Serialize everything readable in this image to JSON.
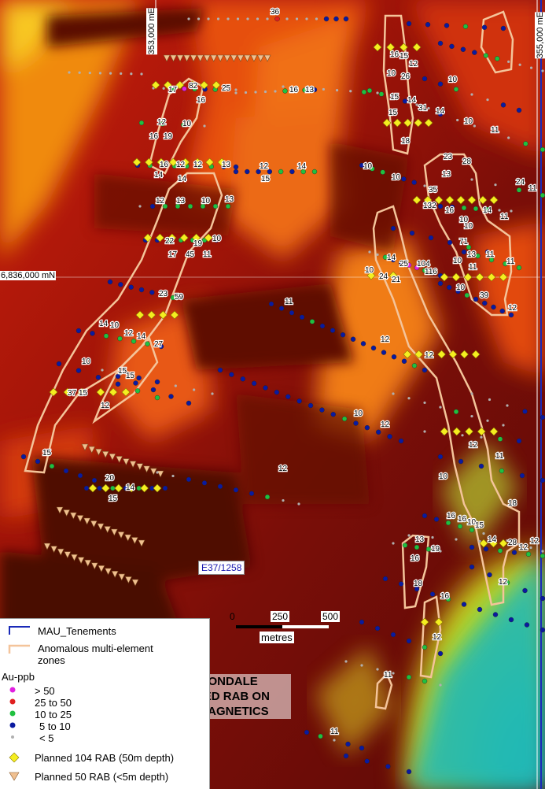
{
  "grid": {
    "easting_353": "353,000 mE",
    "easting_355": "355,000 mE",
    "northing": "6,836,000 mN"
  },
  "tenement_id": "E37/1258",
  "scale": {
    "ticks": [
      "0",
      "250",
      "500"
    ],
    "unit": "metres"
  },
  "title_lines": [
    "MERTONDALE",
    "PLANNED RAB ON",
    "AEROMAGNETICS"
  ],
  "legend": {
    "tenements": "MAU_Tenements",
    "anomalous": "Anomalous multi-element zones",
    "au_header": "Au-ppb",
    "classes": [
      {
        "label": "> 50",
        "color": "#e020e0"
      },
      {
        "label": "25 to 50",
        "color": "#e02020"
      },
      {
        "label": "10 to 25",
        "color": "#20c040"
      },
      {
        "label": "5 to 10",
        "color": "#0a1aa0"
      },
      {
        "label": "< 5",
        "color": "#b0b0b0"
      }
    ],
    "planned_104": "Planned 104 RAB (50m depth)",
    "planned_50": "Planned 50 RAB (<5m depth)"
  },
  "colors": {
    "tenement_line": "#1a2ab8",
    "anomaly_outline": "#f4c49a",
    "planned_104": "#f5ee20",
    "planned_50": "#f0c090"
  },
  "sample_labels": [
    "26",
    "10",
    "10",
    "17",
    "82",
    "25",
    "16",
    "12",
    "10",
    "16",
    "19",
    "16",
    "12",
    "12",
    "13",
    "14",
    "14",
    "12",
    "14",
    "15",
    "12",
    "13",
    "10",
    "13",
    "22",
    "19",
    "10",
    "17",
    "45",
    "11",
    "23",
    "59",
    "14",
    "10",
    "12",
    "14",
    "27",
    "10",
    "15",
    "15",
    "15",
    "37",
    "12",
    "10",
    "12",
    "12",
    "15",
    "12",
    "20",
    "14",
    "15",
    "16",
    "15",
    "12",
    "10",
    "26",
    "10",
    "15",
    "14",
    "31",
    "15",
    "14",
    "10",
    "11",
    "18",
    "23",
    "28",
    "10",
    "10",
    "13",
    "35",
    "16",
    "10",
    "14",
    "132",
    "24",
    "11",
    "11",
    "10",
    "71",
    "13",
    "11",
    "11",
    "10",
    "11",
    "14",
    "25",
    "104",
    "10",
    "24",
    "21",
    "116",
    "10",
    "39",
    "12",
    "12",
    "11",
    "10",
    "12",
    "11",
    "16",
    "16",
    "10",
    "15",
    "18",
    "14",
    "12",
    "12",
    "13",
    "16",
    "19",
    "28",
    "18",
    "12",
    "16",
    "12",
    "11",
    "11",
    "36",
    "16",
    "13"
  ]
}
